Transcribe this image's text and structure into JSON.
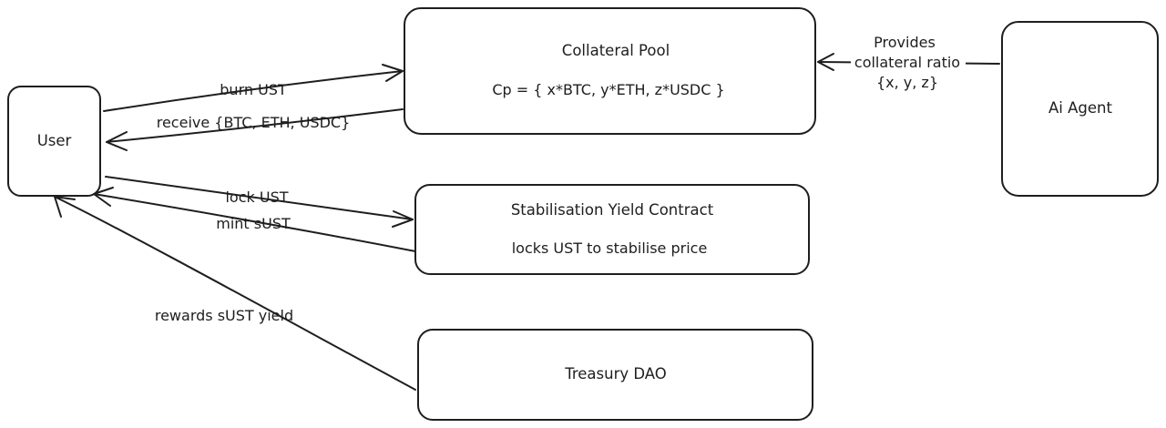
{
  "nodes": {
    "user": {
      "label": "User"
    },
    "collateral_pool": {
      "title": "Collateral Pool",
      "formula": "Cp = { x*BTC, y*ETH, z*USDC }"
    },
    "ai_agent": {
      "label": "Ai Agent"
    },
    "stabilisation_contract": {
      "title": "Stabilisation Yield Contract",
      "description": "locks UST to stabilise price"
    },
    "treasury_dao": {
      "label": "Treasury DAO"
    }
  },
  "edges": {
    "burn": "burn UST",
    "receive": "receive {BTC, ETH, USDC}",
    "lock": "lock UST",
    "mint": "mint sUST",
    "rewards": "rewards sUST yield",
    "provides": {
      "line1": "Provides",
      "line2": "collateral ratio",
      "line3": "{x, y, z}"
    }
  }
}
